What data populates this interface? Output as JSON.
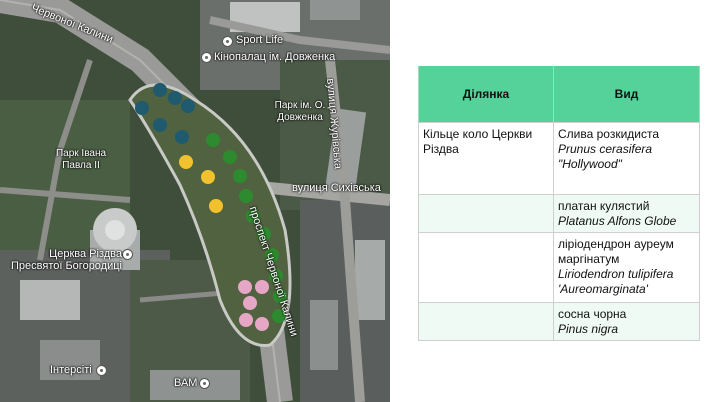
{
  "map": {
    "labels": {
      "street_chervonoi_kalyny": "Червоної Калини",
      "sport_life": "Sport Life",
      "kinopalats": "Кінопалац ім. Довженка",
      "park_dovzhenka": "Парк ім. О. Довженка",
      "vul_zhurivska": "вулиця Журівська",
      "park_ivana_pavla": "Парк Івана Павла II",
      "vul_sykhivska": "вулиця Сихівська",
      "church": "Церква Різдва Пресвятої Богородиці",
      "prospekt": "проспект Червоної Калини",
      "intersiti": "Інтерсіті",
      "vam": "ВАМ"
    },
    "tree_colors": {
      "teal": "#1f5a6e",
      "green": "#2e8a2e",
      "yellow": "#f2c12e",
      "pink": "#e6a7c6"
    }
  },
  "table": {
    "headers": [
      "Ділянка",
      "Вид"
    ],
    "rows": [
      {
        "site": "Кільце коло Церкви Різдва",
        "common": "Слива розкидиста",
        "latin": "Prunus cerasifera \"Hollywood\""
      },
      {
        "site": "",
        "common": "платан кулястий",
        "latin": "Platanus Alfons Globe"
      },
      {
        "site": "",
        "common": "ліріодендрон аурeум маргінатум",
        "latin": "Liriodendron tulipifera 'Aureomarginata'"
      },
      {
        "site": "",
        "common": "сосна чорна",
        "latin": "Pinus nigra"
      }
    ]
  }
}
